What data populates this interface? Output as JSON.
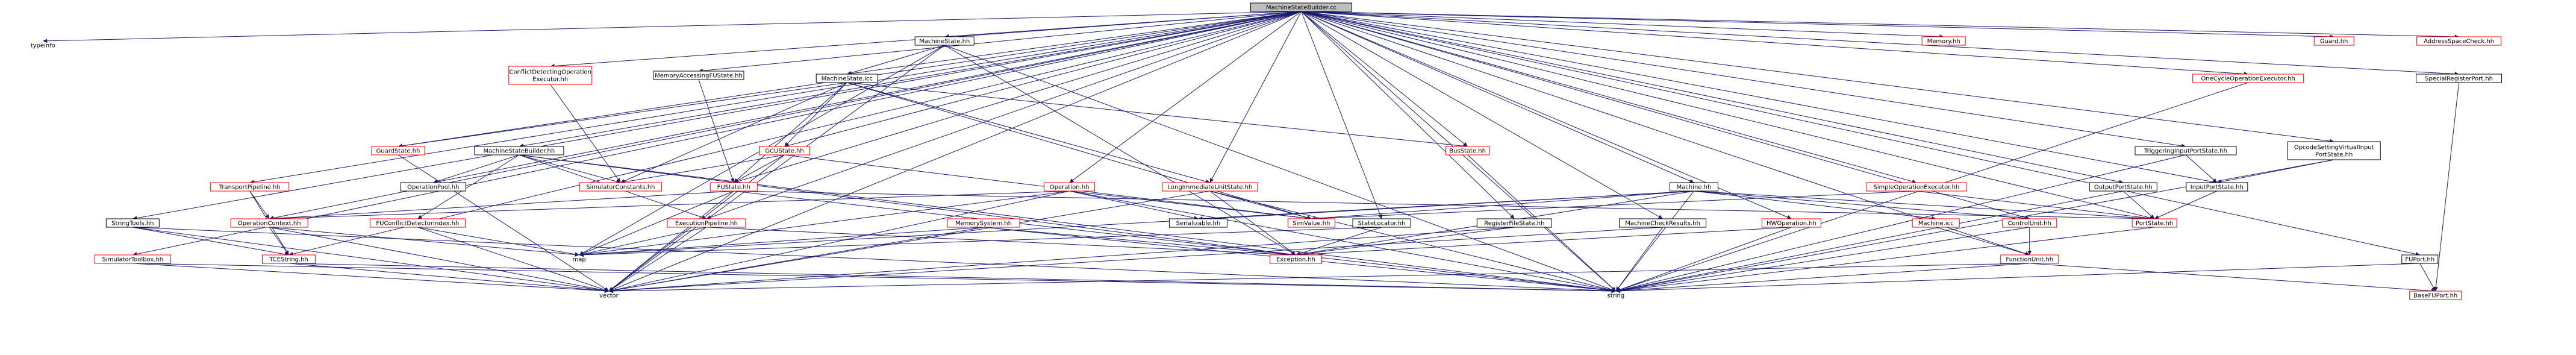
{
  "graph": {
    "root": "MachineStateBuilder.cc",
    "colors": {
      "root_fill": "#bfbfbf",
      "node_fill": "#ffffff",
      "node_border": "#000000",
      "truncated_border": "#ff0000",
      "edge": "#191970"
    },
    "nodes": [
      {
        "id": "root",
        "label": "MachineStateBuilder.cc",
        "kind": "root"
      },
      {
        "id": "typeinfo",
        "label": "typeinfo",
        "kind": "plain"
      },
      {
        "id": "MachineState_hh",
        "label": "MachineState.hh",
        "kind": "normal"
      },
      {
        "id": "MachineState_icc",
        "label": "MachineState.icc",
        "kind": "normal"
      },
      {
        "id": "ConflictDetecting",
        "label": "ConflictDetectingOperation\nExecutor.hh",
        "kind": "truncated"
      },
      {
        "id": "MemoryAccessingFUState",
        "label": "MemoryAccessingFUState.hh",
        "kind": "normal"
      },
      {
        "id": "MachineStateBuilder_hh",
        "label": "MachineStateBuilder.hh",
        "kind": "normal"
      },
      {
        "id": "GuardState_hh",
        "label": "GuardState.hh",
        "kind": "truncated"
      },
      {
        "id": "GCUState_hh",
        "label": "GCUState.hh",
        "kind": "truncated"
      },
      {
        "id": "FUState_hh",
        "label": "FUState.hh",
        "kind": "truncated"
      },
      {
        "id": "SimulatorConstants",
        "label": "SimulatorConstants.hh",
        "kind": "truncated"
      },
      {
        "id": "OperationPool",
        "label": "OperationPool.hh",
        "kind": "normal"
      },
      {
        "id": "TransportPipeline",
        "label": "TransportPipeline.hh",
        "kind": "truncated"
      },
      {
        "id": "OperationContext",
        "label": "OperationContext.hh",
        "kind": "truncated"
      },
      {
        "id": "FUConflictDetectorIndex",
        "label": "FUConflictDetectorIndex.hh",
        "kind": "truncated"
      },
      {
        "id": "StringTools",
        "label": "StringTools.hh",
        "kind": "normal"
      },
      {
        "id": "SimulatorToolbox",
        "label": "SimulatorToolbox.hh",
        "kind": "truncated"
      },
      {
        "id": "TCEString",
        "label": "TCEString.hh",
        "kind": "truncated"
      },
      {
        "id": "Operation_hh",
        "label": "Operation.hh",
        "kind": "truncated"
      },
      {
        "id": "ExecutionPipeline",
        "label": "ExecutionPipeline.hh",
        "kind": "truncated"
      },
      {
        "id": "LongImmediateUnitState",
        "label": "LongImmediateUnitState.hh",
        "kind": "truncated"
      },
      {
        "id": "MemorySystem",
        "label": "MemorySystem.hh",
        "kind": "truncated"
      },
      {
        "id": "Serializable",
        "label": "Serializable.hh",
        "kind": "normal"
      },
      {
        "id": "SimValue",
        "label": "SimValue.hh",
        "kind": "truncated"
      },
      {
        "id": "BusState",
        "label": "BusState.hh",
        "kind": "truncated"
      },
      {
        "id": "StateLocator",
        "label": "StateLocator.hh",
        "kind": "normal"
      },
      {
        "id": "RegisterFileState",
        "label": "RegisterFileState.hh",
        "kind": "normal"
      },
      {
        "id": "MachineCheckResults",
        "label": "MachineCheckResults.hh",
        "kind": "normal"
      },
      {
        "id": "Machine_hh",
        "label": "Machine.hh",
        "kind": "normal"
      },
      {
        "id": "HWOperation",
        "label": "HWOperation.hh",
        "kind": "truncated"
      },
      {
        "id": "Machine_icc",
        "label": "Machine.icc",
        "kind": "truncated"
      },
      {
        "id": "ControlUnit",
        "label": "ControlUnit.hh",
        "kind": "truncated"
      },
      {
        "id": "FunctionUnit",
        "label": "FunctionUnit.hh",
        "kind": "truncated"
      },
      {
        "id": "SimpleOperationExecutor",
        "label": "SimpleOperationExecutor.hh",
        "kind": "truncated"
      },
      {
        "id": "Memory_hh",
        "label": "Memory.hh",
        "kind": "truncated"
      },
      {
        "id": "PortState",
        "label": "PortState.hh",
        "kind": "truncated"
      },
      {
        "id": "OutputPortState",
        "label": "OutputPortState.hh",
        "kind": "normal"
      },
      {
        "id": "InputPortState",
        "label": "InputPortState.hh",
        "kind": "normal"
      },
      {
        "id": "TriggeringInputPortState",
        "label": "TriggeringInputPortState.hh",
        "kind": "normal"
      },
      {
        "id": "OpcodeSettingVirtual",
        "label": "OpcodeSettingVirtualInput\nPortState.hh",
        "kind": "normal"
      },
      {
        "id": "Guard_hh",
        "label": "Guard.hh",
        "kind": "truncated"
      },
      {
        "id": "AddressSpaceCheck",
        "label": "AddressSpaceCheck.hh",
        "kind": "truncated"
      },
      {
        "id": "OneCycleOperationExecutor",
        "label": "OneCycleOperationExecutor.hh",
        "kind": "truncated"
      },
      {
        "id": "SpecialRegisterPort",
        "label": "SpecialRegisterPort.hh",
        "kind": "normal"
      },
      {
        "id": "FUPort",
        "label": "FUPort.hh",
        "kind": "normal"
      },
      {
        "id": "BaseFUPort",
        "label": "BaseFUPort.hh",
        "kind": "truncated"
      },
      {
        "id": "Exception",
        "label": "Exception.hh",
        "kind": "truncated"
      },
      {
        "id": "map",
        "label": "map",
        "kind": "plain"
      },
      {
        "id": "vector",
        "label": "vector",
        "kind": "plain"
      },
      {
        "id": "string",
        "label": "string",
        "kind": "plain"
      }
    ],
    "edges": [
      [
        "root",
        "typeinfo"
      ],
      [
        "root",
        "MachineState_hh"
      ],
      [
        "root",
        "MachineState_icc"
      ],
      [
        "root",
        "ConflictDetecting"
      ],
      [
        "root",
        "MemoryAccessingFUState"
      ],
      [
        "root",
        "GuardState_hh"
      ],
      [
        "root",
        "GCUState_hh"
      ],
      [
        "root",
        "FUState_hh"
      ],
      [
        "root",
        "OperationPool"
      ],
      [
        "root",
        "TransportPipeline"
      ],
      [
        "root",
        "OperationContext"
      ],
      [
        "root",
        "StringTools"
      ],
      [
        "root",
        "SimulatorToolbox"
      ],
      [
        "root",
        "TCEString"
      ],
      [
        "root",
        "Operation_hh"
      ],
      [
        "root",
        "ExecutionPipeline"
      ],
      [
        "root",
        "LongImmediateUnitState"
      ],
      [
        "root",
        "BusState"
      ],
      [
        "root",
        "StateLocator"
      ],
      [
        "root",
        "RegisterFileState"
      ],
      [
        "root",
        "MachineCheckResults"
      ],
      [
        "root",
        "Machine_hh"
      ],
      [
        "root",
        "HWOperation"
      ],
      [
        "root",
        "ControlUnit"
      ],
      [
        "root",
        "SimpleOperationExecutor"
      ],
      [
        "root",
        "Memory_hh"
      ],
      [
        "root",
        "OutputPortState"
      ],
      [
        "root",
        "InputPortState"
      ],
      [
        "root",
        "TriggeringInputPortState"
      ],
      [
        "root",
        "OpcodeSettingVirtual"
      ],
      [
        "root",
        "Guard_hh"
      ],
      [
        "root",
        "AddressSpaceCheck"
      ],
      [
        "root",
        "OneCycleOperationExecutor"
      ],
      [
        "root",
        "SpecialRegisterPort"
      ],
      [
        "root",
        "FUPort"
      ],
      [
        "root",
        "MachineStateBuilder_hh"
      ],
      [
        "root",
        "PortState"
      ],
      [
        "root",
        "FunctionUnit"
      ],
      [
        "root",
        "string"
      ],
      [
        "root",
        "vector"
      ],
      [
        "MachineState_hh",
        "MachineState_icc"
      ],
      [
        "MachineState_hh",
        "map"
      ],
      [
        "MachineState_hh",
        "vector"
      ],
      [
        "MachineState_hh",
        "string"
      ],
      [
        "MachineState_hh",
        "Exception"
      ],
      [
        "MachineState_icc",
        "GuardState_hh"
      ],
      [
        "MachineState_icc",
        "GCUState_hh"
      ],
      [
        "MachineState_icc",
        "FUState_hh"
      ],
      [
        "MachineState_icc",
        "SimulatorConstants"
      ],
      [
        "MachineState_icc",
        "BusState"
      ],
      [
        "MachineState_icc",
        "LongImmediateUnitState"
      ],
      [
        "MachineState_icc",
        "SimValue"
      ],
      [
        "ConflictDetecting",
        "SimulatorConstants"
      ],
      [
        "MemoryAccessingFUState",
        "FUState_hh"
      ],
      [
        "MachineStateBuilder_hh",
        "OperationPool"
      ],
      [
        "MachineStateBuilder_hh",
        "FUConflictDetectorIndex"
      ],
      [
        "MachineStateBuilder_hh",
        "SimulatorConstants"
      ],
      [
        "MachineStateBuilder_hh",
        "ExecutionPipeline"
      ],
      [
        "MachineStateBuilder_hh",
        "string"
      ],
      [
        "MachineStateBuilder_hh",
        "Exception"
      ],
      [
        "GuardState_hh",
        "vector"
      ],
      [
        "GCUState_hh",
        "FUState_hh"
      ],
      [
        "GCUState_hh",
        "SimulatorConstants"
      ],
      [
        "GCUState_hh",
        "SimValue"
      ],
      [
        "GCUState_hh",
        "vector"
      ],
      [
        "FUState_hh",
        "OperationContext"
      ],
      [
        "FUState_hh",
        "PortState"
      ],
      [
        "FUState_hh",
        "map"
      ],
      [
        "FUState_hh",
        "vector"
      ],
      [
        "FUState_hh",
        "string"
      ],
      [
        "TransportPipeline",
        "OperationContext"
      ],
      [
        "TransportPipeline",
        "TCEString"
      ],
      [
        "OperationContext",
        "map"
      ],
      [
        "OperationContext",
        "TCEString"
      ],
      [
        "OperationContext",
        "vector"
      ],
      [
        "FUConflictDetectorIndex",
        "map"
      ],
      [
        "FUConflictDetectorIndex",
        "vector"
      ],
      [
        "StringTools",
        "TCEString"
      ],
      [
        "StringTools",
        "vector"
      ],
      [
        "StringTools",
        "string"
      ],
      [
        "SimulatorToolbox",
        "vector"
      ],
      [
        "SimulatorToolbox",
        "string"
      ],
      [
        "TCEString",
        "string"
      ],
      [
        "TCEString",
        "vector"
      ],
      [
        "Operation_hh",
        "Serializable"
      ],
      [
        "Operation_hh",
        "SimValue"
      ],
      [
        "Operation_hh",
        "map"
      ],
      [
        "Operation_hh",
        "vector"
      ],
      [
        "Operation_hh",
        "OperationContext"
      ],
      [
        "Operation_hh",
        "string"
      ],
      [
        "ExecutionPipeline",
        "Exception"
      ],
      [
        "ExecutionPipeline",
        "map"
      ],
      [
        "ExecutionPipeline",
        "vector"
      ],
      [
        "LongImmediateUnitState",
        "SimValue"
      ],
      [
        "LongImmediateUnitState",
        "Exception"
      ],
      [
        "LongImmediateUnitState",
        "vector"
      ],
      [
        "LongImmediateUnitState",
        "string"
      ],
      [
        "MemorySystem",
        "map"
      ],
      [
        "MemorySystem",
        "vector"
      ],
      [
        "MemorySystem",
        "string"
      ],
      [
        "MemorySystem",
        "Exception"
      ],
      [
        "BusState",
        "string"
      ],
      [
        "StateLocator",
        "map"
      ],
      [
        "StateLocator",
        "Exception"
      ],
      [
        "RegisterFileState",
        "Exception"
      ],
      [
        "RegisterFileState",
        "vector"
      ],
      [
        "MachineCheckResults",
        "vector"
      ],
      [
        "MachineCheckResults",
        "string"
      ],
      [
        "Machine_hh",
        "Serializable"
      ],
      [
        "Machine_hh",
        "SimValue"
      ],
      [
        "Machine_hh",
        "map"
      ],
      [
        "Machine_hh",
        "Machine_icc"
      ],
      [
        "Machine_hh",
        "ControlUnit"
      ],
      [
        "Machine_hh",
        "Exception"
      ],
      [
        "Machine_hh",
        "string"
      ],
      [
        "Machine_hh",
        "PortState"
      ],
      [
        "HWOperation",
        "Exception"
      ],
      [
        "HWOperation",
        "string"
      ],
      [
        "Machine_icc",
        "FunctionUnit"
      ],
      [
        "ControlUnit",
        "FunctionUnit"
      ],
      [
        "ControlUnit",
        "string"
      ],
      [
        "FunctionUnit",
        "vector"
      ],
      [
        "FunctionUnit",
        "string"
      ],
      [
        "FunctionUnit",
        "BaseFUPort"
      ],
      [
        "SimpleOperationExecutor",
        "PortState"
      ],
      [
        "SimpleOperationExecutor",
        "SimValue"
      ],
      [
        "PortState",
        "string"
      ],
      [
        "OutputPortState",
        "PortState"
      ],
      [
        "OutputPortState",
        "string"
      ],
      [
        "InputPortState",
        "PortState"
      ],
      [
        "TriggeringInputPortState",
        "InputPortState"
      ],
      [
        "TriggeringInputPortState",
        "string"
      ],
      [
        "OpcodeSettingVirtual",
        "InputPortState"
      ],
      [
        "OpcodeSettingVirtual",
        "string"
      ],
      [
        "OneCycleOperationExecutor",
        "string"
      ],
      [
        "SpecialRegisterPort",
        "BaseFUPort"
      ],
      [
        "FUPort",
        "BaseFUPort"
      ],
      [
        "FUPort",
        "string"
      ]
    ]
  }
}
